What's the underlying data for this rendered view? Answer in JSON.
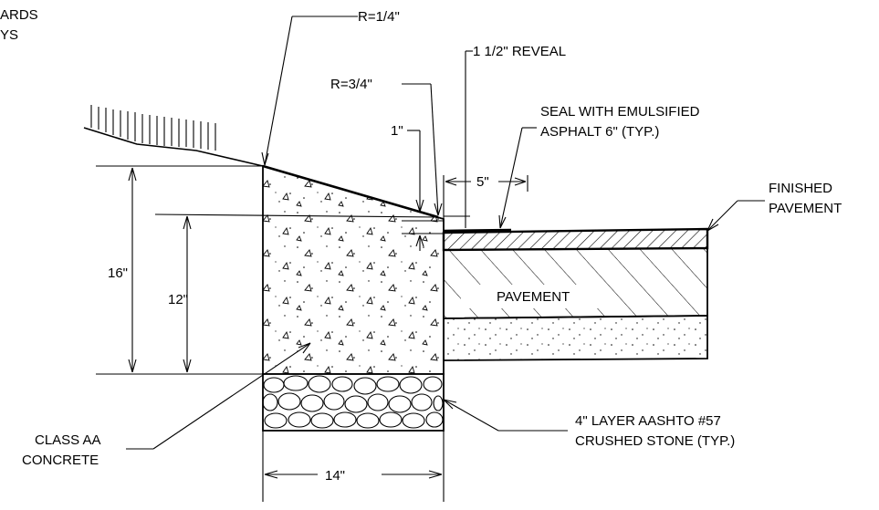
{
  "labels": {
    "top_left_line1": "ARDS",
    "top_left_line2": "YS",
    "radius_top": "R=1/4\"",
    "reveal": "1 1/2\" REVEAL",
    "radius_curb": "R=3/4\"",
    "seal_line1": "SEAL WITH EMULSIFIED",
    "seal_line2": "ASPHALT 6\" (TYP.)",
    "one_inch": "1\"",
    "five_inch": "5\"",
    "finished_line1": "FINISHED",
    "finished_line2": "PAVEMENT",
    "sixteen": "16\"",
    "twelve": "12\"",
    "pavement": "PAVEMENT",
    "concrete_line1": "CLASS AA",
    "concrete_line2": "CONCRETE",
    "stone_line1": "4\" LAYER AASHTO #57",
    "stone_line2": "CRUSHED STONE (TYP.)",
    "fourteen": "14\""
  }
}
